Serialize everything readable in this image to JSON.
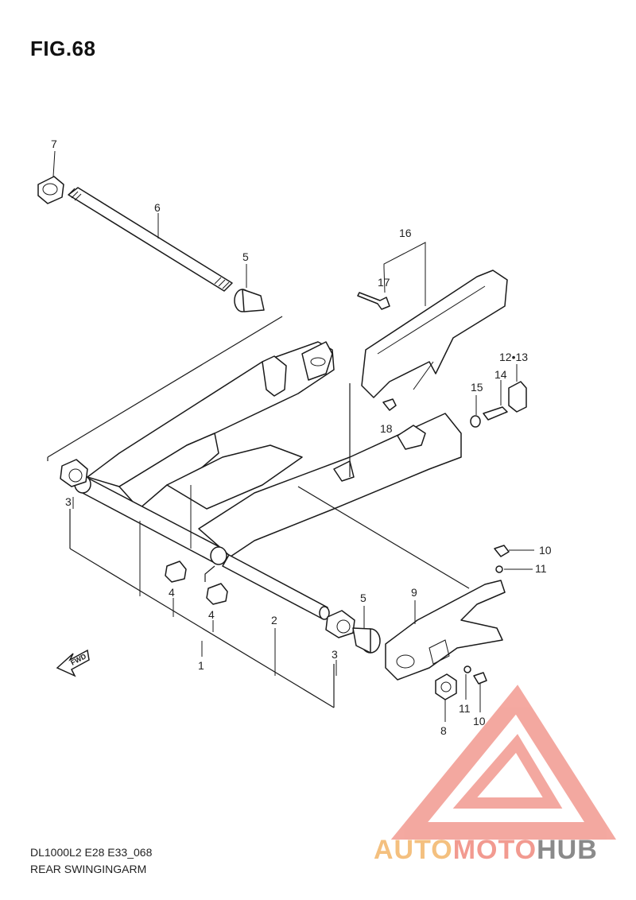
{
  "figure": {
    "title": "FIG.68",
    "model_code": "DL1000L2 E28 E33_068",
    "name": "REAR SWINGINGARM"
  },
  "callouts": {
    "c1": "1",
    "c2": "2",
    "c3a": "3",
    "c3b": "3",
    "c4a": "4",
    "c4b": "4",
    "c5a": "5",
    "c5b": "5",
    "c6": "6",
    "c7": "7",
    "c8": "8",
    "c9": "9",
    "c10a": "10",
    "c10b": "10",
    "c11a": "11",
    "c11b": "11",
    "c12_13": "12•13",
    "c14": "14",
    "c15": "15",
    "c16": "16",
    "c17": "17",
    "c18": "18"
  },
  "fwd_label": "FWD",
  "watermark": {
    "part1": "AUTO",
    "part2": "MOTO",
    "part3": "HUB",
    "colors": {
      "auto": "#f4c07f",
      "moto": "#f29a90",
      "hub": "#8a8a8a"
    }
  },
  "icons": [
    "fwd-arrow-icon",
    "watermark-triangle-icon"
  ]
}
